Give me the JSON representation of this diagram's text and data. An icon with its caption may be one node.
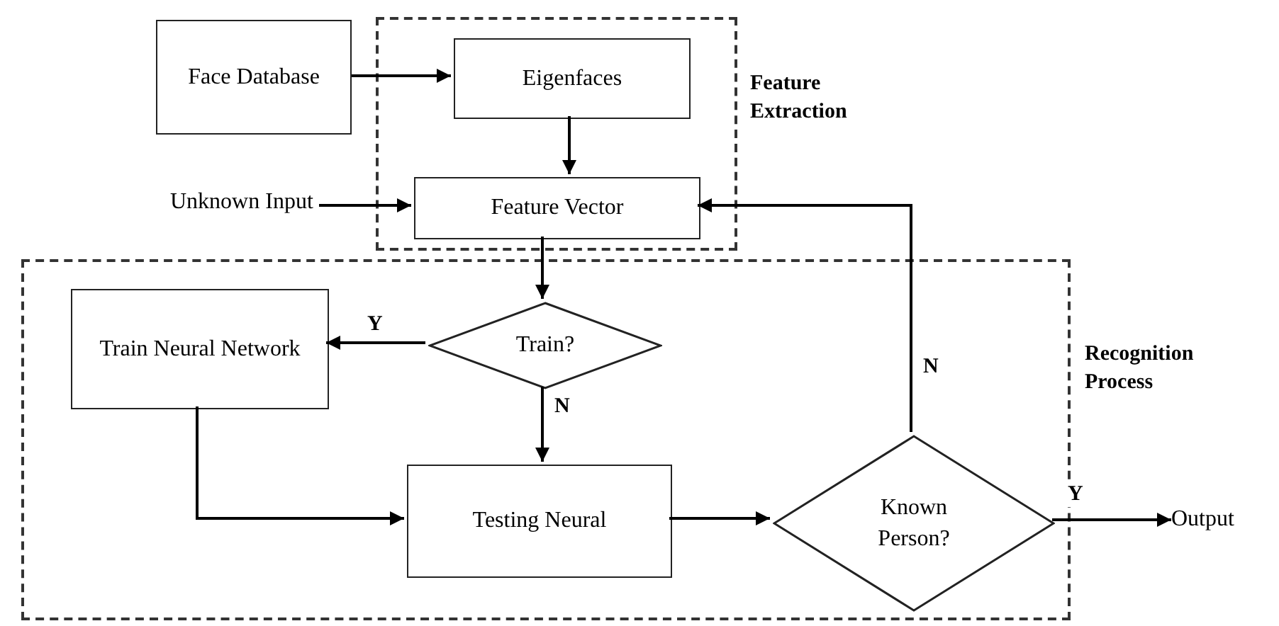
{
  "diagram": {
    "nodes": [
      {
        "text": [
          "Feature Extraction"
        ]
      },
      {
        "text": [
          "Face Database"
        ]
      },
      {
        "text": [
          "Eigenfaces"
        ],
        "in": 0
      },
      {
        "text": [
          "Unknown Input"
        ]
      },
      {
        "text": [
          "Feature Vector"
        ],
        "in": 0
      },
      {
        "text": [
          "Recognition Process"
        ]
      },
      {
        "text": [
          "Train Neural Network"
        ],
        "in": 5
      },
      {
        "text": [
          "Train?"
        ],
        "in": 5
      },
      {
        "text": [
          "Testing Neural"
        ],
        "in": 5
      },
      {
        "text": [
          "Known Person?"
        ],
        "in": 5
      },
      {
        "text": [
          "Output"
        ]
      }
    ],
    "edges": [
      {
        "from": 1,
        "to": 2,
        "arrow": "to"
      },
      {
        "from": 3,
        "to": 4,
        "arrow": "to"
      },
      {
        "from": 2,
        "to": 4,
        "arrow": "to"
      },
      {
        "from": 4,
        "to": 7,
        "arrow": "to"
      },
      {
        "from": 7,
        "to": 6,
        "arrow": "to",
        "label": "Y"
      },
      {
        "from": 7,
        "to": 8,
        "arrow": "to",
        "label": "N"
      },
      {
        "from": 6,
        "to": 8,
        "arrow": "to"
      },
      {
        "from": 8,
        "to": 9,
        "arrow": "to"
      },
      {
        "from": 9,
        "to": 4,
        "arrow": "to",
        "label": "N"
      },
      {
        "from": 9,
        "to": 10,
        "arrow": "to",
        "label": "Y"
      }
    ]
  }
}
